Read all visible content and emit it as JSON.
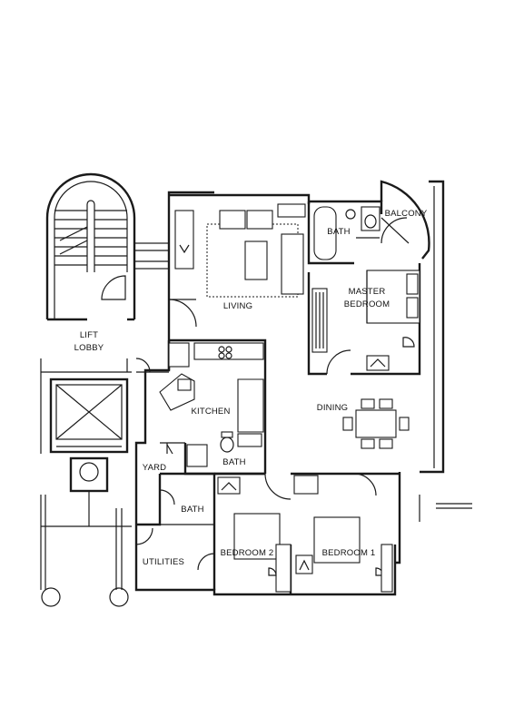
{
  "labels": {
    "lift_lobby_1": "LIFT",
    "lift_lobby_2": "LOBBY",
    "living": "LIVING",
    "bath_master": "BATH",
    "balcony": "BALCONY",
    "master_1": "MASTER",
    "master_2": "BEDROOM",
    "kitchen": "KITCHEN",
    "dining": "DINING",
    "yard": "YARD",
    "bath_kitchen": "BATH",
    "bath_yard": "BATH",
    "utilities": "UTILITIES",
    "bedroom2": "BEDROOM 2",
    "bedroom1": "BEDROOM 1"
  }
}
